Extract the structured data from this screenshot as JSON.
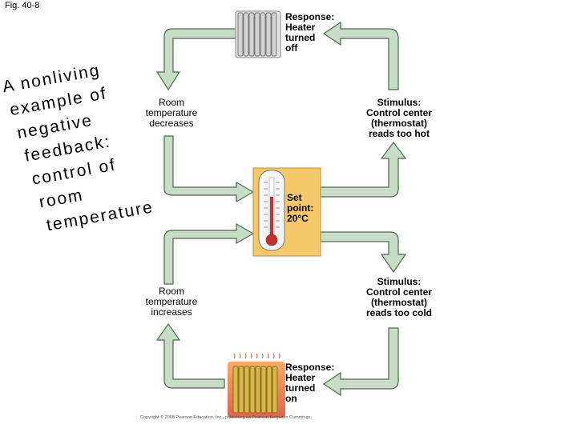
{
  "figure_label": "Fig. 40-8",
  "title_lines": [
    "A nonliving",
    "example of",
    "negative",
    "feedback:",
    "control of",
    "room",
    "temperature"
  ],
  "response_off": [
    "Response:",
    "Heater",
    "turned",
    "off"
  ],
  "response_on": [
    "Response:",
    "Heater",
    "turned",
    "on"
  ],
  "room_decreases": [
    "Room",
    "temperature",
    "decreases"
  ],
  "room_increases": [
    "Room",
    "temperature",
    "increases"
  ],
  "stimulus_hot": [
    "Stimulus:",
    "Control center",
    "(thermostat)",
    "reads too hot"
  ],
  "stimulus_cold": [
    "Stimulus:",
    "Control center",
    "(thermostat)",
    "reads too cold"
  ],
  "set_point": [
    "Set",
    "point:",
    "20°C"
  ],
  "copyright": "Copyright © 2008 Pearson Education, Inc., publishing as Pearson Benjamin Cummings.",
  "colors": {
    "arrow_fill": "#c8dcc8",
    "arrow_stroke": "#4a6a4a",
    "thermostat_bg": "#f5c86a",
    "heater_on": "#d8b84a",
    "heater_glow": "#e86a3a",
    "heater_off": "#c8c8c8"
  },
  "icons": [
    "heater-off-icon",
    "heater-on-icon",
    "thermometer-icon"
  ]
}
